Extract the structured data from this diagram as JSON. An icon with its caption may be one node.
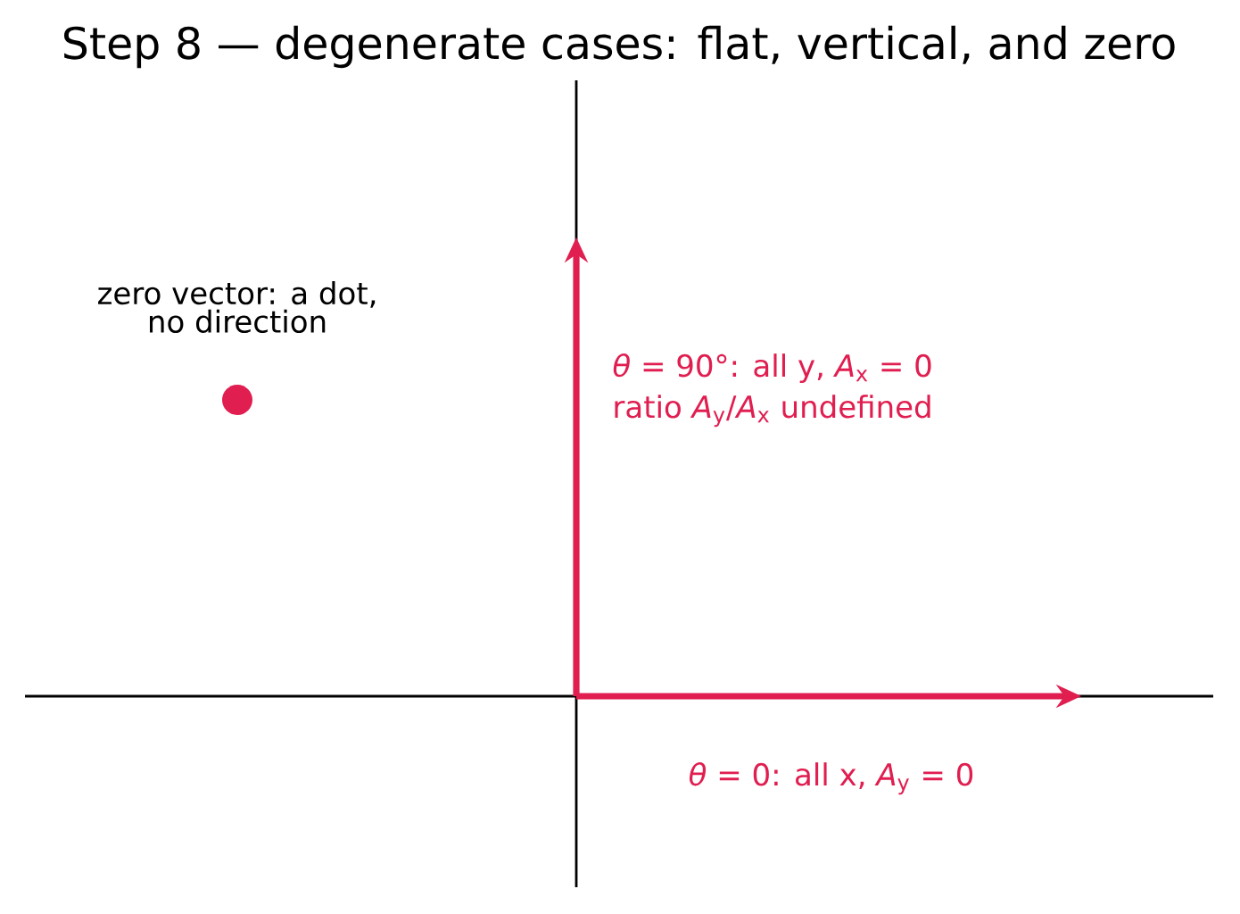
{
  "diagram": {
    "title": "Step 8 — degenerate cases: flat, vertical, and zero",
    "nodes": [
      {
        "text": [],
        "shape": "circle",
        "beside": [
          "zero vector: a dot, no direction"
        ]
      }
    ],
    "labels": [
      "*θ* = 90°: all y, *A*$_{x}$ = 0",
      "ratio *A*$_{y}$/*A*$_{x}$ undefined",
      "*θ* = 0: all x, *A*$_{y}$ = 0"
    ]
  }
}
